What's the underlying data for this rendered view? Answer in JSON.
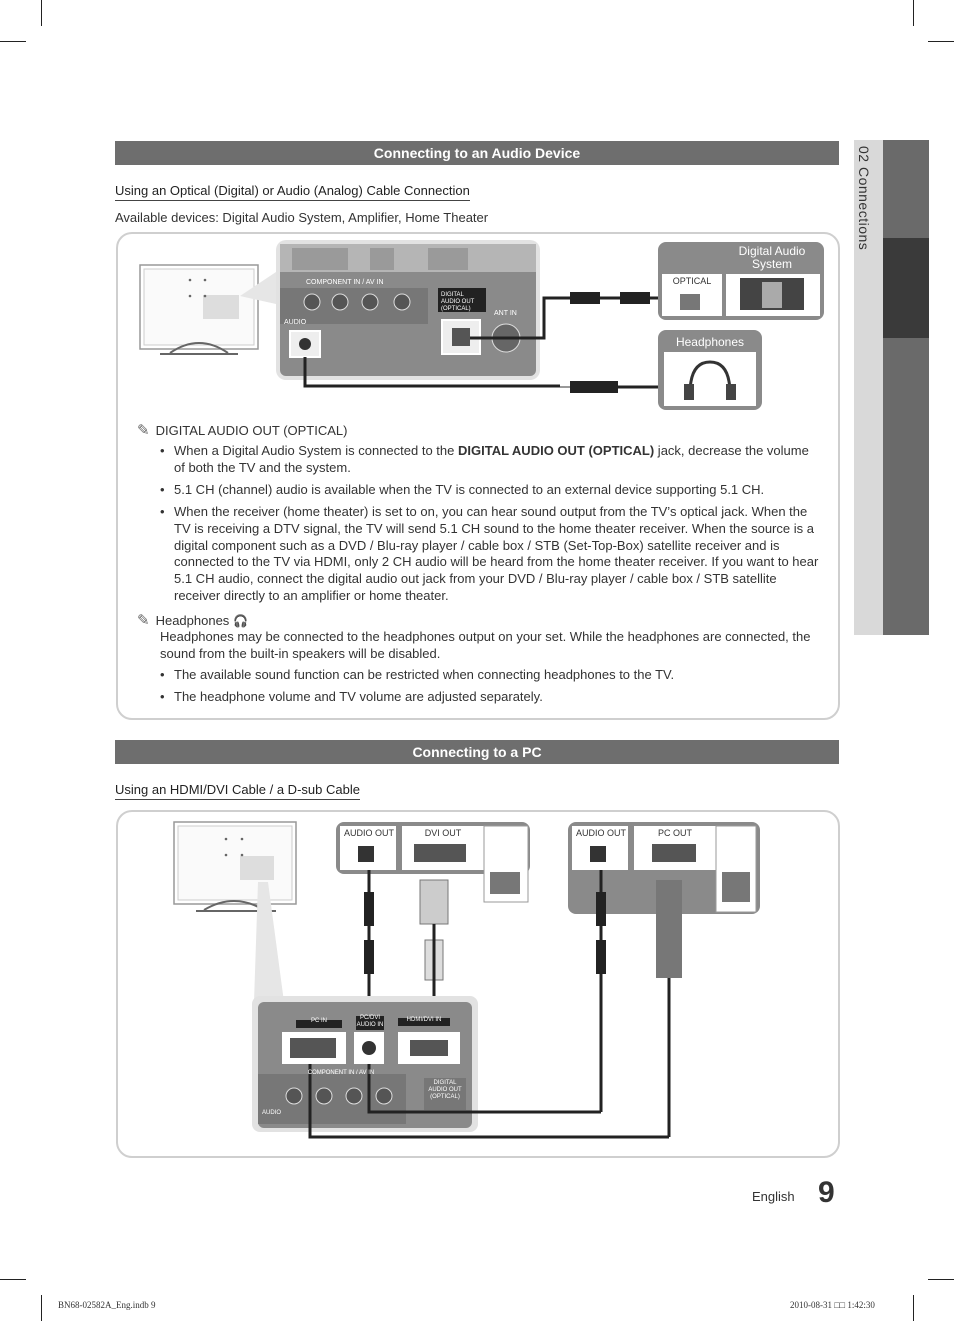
{
  "side_tab": {
    "label": "02  Connections"
  },
  "audio_section": {
    "title": "Connecting to an Audio Device",
    "subtitle": "Using an Optical (Digital) or Audio (Analog) Cable Connection",
    "available": "Available devices: Digital Audio System, Amplifier, Home Theater",
    "diagram": {
      "component_label": "COMPONENT IN / AV IN",
      "audio_label": "AUDIO",
      "digital_out_label": "DIGITAL AUDIO OUT (OPTICAL)",
      "ant_label": "ANT IN",
      "das_label": "Digital Audio System",
      "optical_label": "OPTICAL",
      "headphones_label": "Headphones"
    },
    "note1": {
      "heading": "DIGITAL AUDIO OUT (OPTICAL)",
      "bullets": [
        {
          "pre": "When a Digital Audio System is connected to the ",
          "bold": "DIGITAL AUDIO OUT (OPTICAL)",
          "post": " jack, decrease the volume of both the TV and the system."
        },
        {
          "pre": "5.1 CH (channel) audio is available when the TV is connected to an external device supporting 5.1 CH.",
          "bold": "",
          "post": ""
        },
        {
          "pre": "When the receiver (home theater) is set to on, you can hear sound output from the TV’s optical jack. When the TV is receiving a DTV signal, the TV will send 5.1 CH sound to the home theater receiver. When the source is a digital component such as a DVD / Blu-ray player / cable box / STB (Set-Top-Box) satellite receiver and is connected to the TV via HDMI, only 2 CH audio will be heard from the home theater receiver. If you want to hear 5.1 CH audio, connect the digital audio out jack from your DVD / Blu-ray player / cable box / STB satellite receiver directly to an amplifier or home theater.",
          "bold": "",
          "post": ""
        }
      ]
    },
    "note2": {
      "heading": "Headphones",
      "body": "Headphones may be connected to the headphones output on your set. While the headphones are connected, the sound from the built-in speakers will be disabled.",
      "bullets": [
        "The available sound function can be restricted when connecting headphones to the TV.",
        "The headphone volume and TV volume are adjusted separately."
      ]
    }
  },
  "pc_section": {
    "title": "Connecting to a PC",
    "subtitle": "Using an HDMI/DVI Cable / a D-sub Cable",
    "diagram": {
      "audio_out_1": "AUDIO OUT",
      "dvi_out": "DVI OUT",
      "audio_out_2": "AUDIO OUT",
      "pc_out": "PC OUT",
      "pc_in": "PC IN",
      "pc_dvi_audio_in": "PC/DVI AUDIO IN",
      "hdmi_dvi_in": "HDMI/DVI IN",
      "component_label": "COMPONENT IN / AV IN",
      "audio_label": "AUDIO",
      "digital_out_label": "DIGITAL AUDIO OUT (OPTICAL)"
    }
  },
  "footer": {
    "language": "English",
    "page_number": "9",
    "file_info": "BN68-02582A_Eng.indb   9",
    "timestamp": "2010-08-31   □□ 1:42:30"
  },
  "colors": {
    "header_bar": "#6e6e6e",
    "side_tab_dark": "#6a6a6a",
    "side_tab_light": "#d9d9d9",
    "panel_border": "#cfcfcf"
  }
}
